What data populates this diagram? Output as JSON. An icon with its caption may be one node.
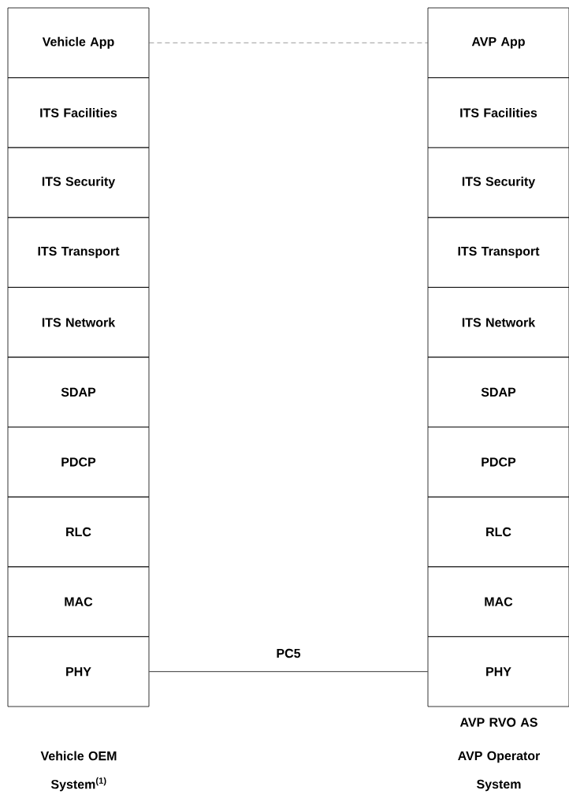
{
  "diagram": {
    "nodes": [
      {
        "text": [
          "Vehicle App"
        ]
      },
      {
        "text": [
          "ITS Facilities"
        ]
      },
      {
        "text": [
          "ITS Security"
        ]
      },
      {
        "text": [
          "ITS Transport"
        ]
      },
      {
        "text": [
          "ITS Network"
        ]
      },
      {
        "text": [
          "SDAP"
        ]
      },
      {
        "text": [
          "PDCP"
        ]
      },
      {
        "text": [
          "RLC"
        ]
      },
      {
        "text": [
          "MAC"
        ]
      },
      {
        "text": [
          "PHY"
        ]
      },
      {
        "text": [
          "AVP App"
        ]
      },
      {
        "text": [
          "ITS Facilities"
        ]
      },
      {
        "text": [
          "ITS Security"
        ]
      },
      {
        "text": [
          "ITS Transport"
        ]
      },
      {
        "text": [
          "ITS Network"
        ]
      },
      {
        "text": [
          "SDAP"
        ]
      },
      {
        "text": [
          "PDCP"
        ]
      },
      {
        "text": [
          "RLC"
        ]
      },
      {
        "text": [
          "MAC"
        ]
      },
      {
        "text": [
          "PHY"
        ]
      }
    ],
    "edges": [
      {
        "from": 0,
        "to": 10,
        "arrow": "none",
        "style": "dashed"
      },
      {
        "from": 9,
        "to": 19,
        "arrow": "none",
        "label": "PC5"
      }
    ],
    "labels": [
      "AVP RVO AS",
      "Vehicle OEM System$^{(1)}$",
      "AVP Operator System"
    ]
  }
}
